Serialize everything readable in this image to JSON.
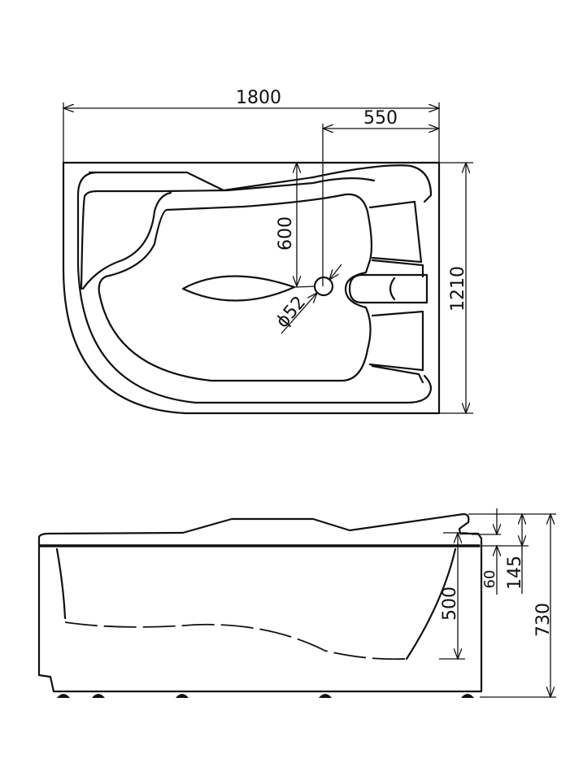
{
  "top_view": {
    "dimensions": {
      "overall_length": "1800",
      "drain_offset": "550",
      "drain_depth_offset": "600",
      "drain_diameter": "ϕ52",
      "overall_width": "1210"
    }
  },
  "side_view": {
    "dimensions": {
      "rim_step": "60",
      "headrest_height": "145",
      "inner_depth": "500",
      "overall_height": "730"
    }
  },
  "colors": {
    "line": "#111111",
    "background": "#ffffff"
  }
}
